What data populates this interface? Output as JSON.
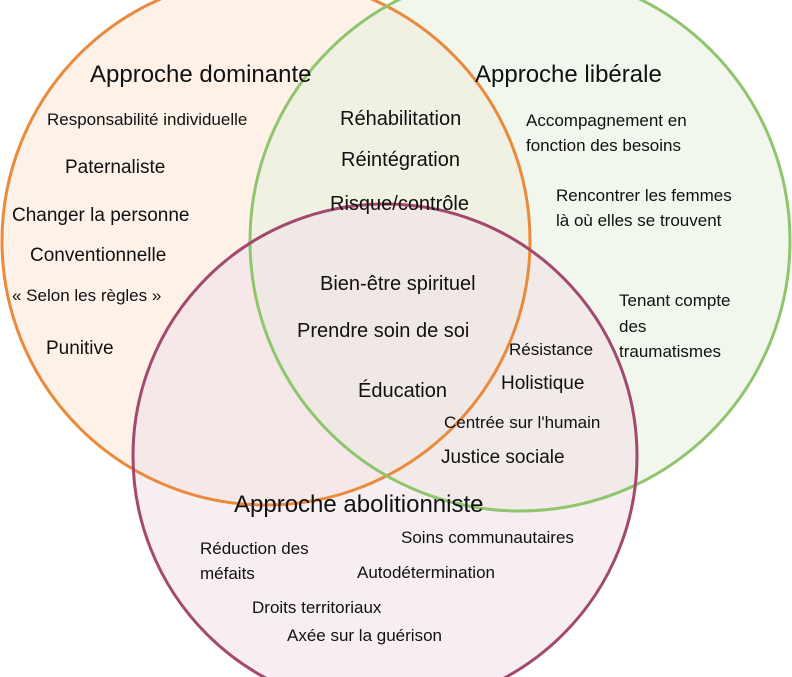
{
  "colors": {
    "dominant_stroke": "#ea8a3c",
    "dominant_fill": "#fbe6d6",
    "liberal_stroke": "#8fc56d",
    "liberal_fill": "#e6f0dc",
    "abolitionist_stroke": "#a3486f",
    "abolitionist_fill": "#f1e0e8",
    "text": "#111111",
    "background": "#ffffff"
  },
  "circles": {
    "dominant": {
      "title": "Approche dominante",
      "items": [
        "Responsabilité individuelle",
        "Paternaliste",
        "Changer la personne",
        "Conventionnelle",
        "« Selon les règles »",
        "Punitive"
      ]
    },
    "liberal": {
      "title": "Approche libérale",
      "items": [
        [
          "Accompagnement en",
          "fonction des besoins"
        ],
        [
          "Rencontrer les femmes",
          "là où elles se trouvent"
        ],
        [
          "Tenant compte",
          "des",
          "traumatismes"
        ]
      ]
    },
    "abolitionist": {
      "title": "Approche abolitionniste",
      "items": [
        [
          "Réduction des",
          "méfaits"
        ],
        "Soins communautaires",
        "Autodétermination",
        "Droits territoriaux",
        "Axée sur la guérison"
      ]
    }
  },
  "overlaps": {
    "dominant_liberal": [
      "Réhabilitation",
      "Réintégration",
      "Risque/contrôle"
    ],
    "all_three": [
      "Bien-être spirituel",
      "Prendre soin de soi",
      "Éducation"
    ],
    "liberal_abolitionist": [
      "Résistance",
      "Holistique",
      "Centrée sur l'humain",
      "Justice sociale"
    ]
  }
}
